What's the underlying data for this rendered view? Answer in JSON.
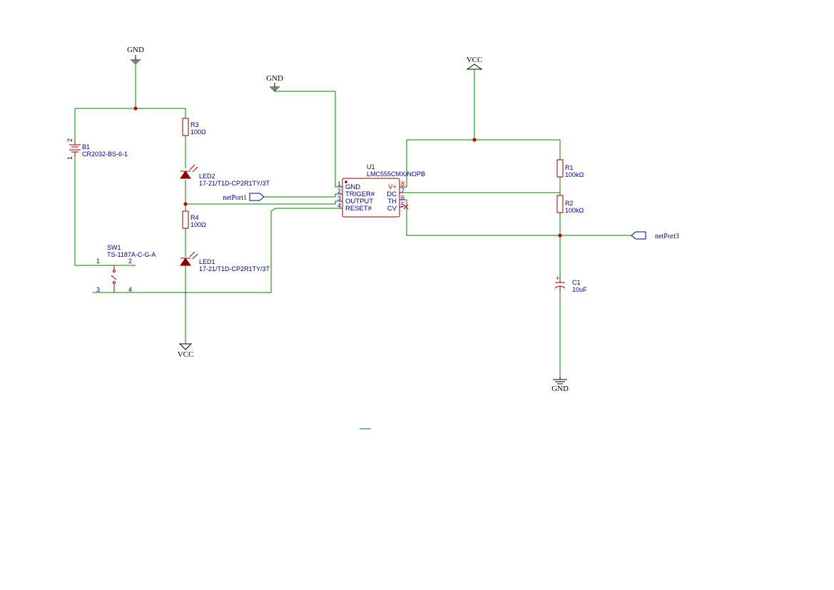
{
  "power": {
    "gnd_left": "GND",
    "gnd_mid": "GND",
    "gnd_bottom": "GND",
    "vcc_top": "VCC",
    "vcc_bottom": "VCC"
  },
  "components": {
    "b1": {
      "ref": "B1",
      "value": "CR2032-BS-6-1",
      "pin1": "1",
      "pin2": "2"
    },
    "r3": {
      "ref": "R3",
      "value": "100Ω"
    },
    "led2": {
      "ref": "LED2",
      "value": "17-21/T1D-CP2R1TY/3T"
    },
    "r4": {
      "ref": "R4",
      "value": "100Ω"
    },
    "led1": {
      "ref": "LED1",
      "value": "17-21/T1D-CP2R1TY/3T"
    },
    "sw1": {
      "ref": "SW1",
      "value": "TS-1187A-C-G-A",
      "pins": [
        "1",
        "2",
        "3",
        "4"
      ]
    },
    "u1": {
      "ref": "U1",
      "value": "LMC555CMX/NOPB",
      "left_pins": [
        {
          "num": "1",
          "name": "GND"
        },
        {
          "num": "2",
          "name": "TRIGER#"
        },
        {
          "num": "3",
          "name": "OUTPUT"
        },
        {
          "num": "4",
          "name": "RESET#"
        }
      ],
      "right_pins": [
        {
          "num": "8",
          "name": "V+"
        },
        {
          "num": "7",
          "name": "DC"
        },
        {
          "num": "6",
          "name": "TH"
        },
        {
          "num": "5",
          "name": "CV"
        }
      ]
    },
    "r1": {
      "ref": "R1",
      "value": "100kΩ"
    },
    "r2": {
      "ref": "R2",
      "value": "100kΩ"
    },
    "c1": {
      "ref": "C1",
      "value": "10uF",
      "polarity": "+"
    }
  },
  "net_ports": {
    "port1": "netPort1",
    "port3": "netPort3"
  },
  "colors": {
    "wire": "#008000",
    "symbol": "#880000",
    "junction": "#cc0000",
    "text": "#000080"
  }
}
